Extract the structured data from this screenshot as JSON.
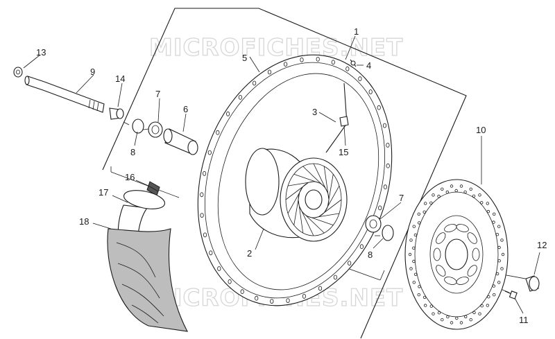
{
  "watermark": {
    "top": "MICROFICHES.NET",
    "bottom": "MICROFICHES.NET"
  },
  "callouts": [
    {
      "id": "c1",
      "label": "1"
    },
    {
      "id": "c2",
      "label": "2"
    },
    {
      "id": "c3",
      "label": "3"
    },
    {
      "id": "c4",
      "label": "4"
    },
    {
      "id": "c5",
      "label": "5"
    },
    {
      "id": "c6",
      "label": "6"
    },
    {
      "id": "c7a",
      "label": "7"
    },
    {
      "id": "c7b",
      "label": "7"
    },
    {
      "id": "c8a",
      "label": "8"
    },
    {
      "id": "c8b",
      "label": "8"
    },
    {
      "id": "c9",
      "label": "9"
    },
    {
      "id": "c10",
      "label": "10"
    },
    {
      "id": "c11",
      "label": "11"
    },
    {
      "id": "c12",
      "label": "12"
    },
    {
      "id": "c13",
      "label": "13"
    },
    {
      "id": "c14",
      "label": "14"
    },
    {
      "id": "c15",
      "label": "15"
    },
    {
      "id": "c16",
      "label": "16"
    },
    {
      "id": "c17",
      "label": "17"
    },
    {
      "id": "c18",
      "label": "18"
    }
  ]
}
